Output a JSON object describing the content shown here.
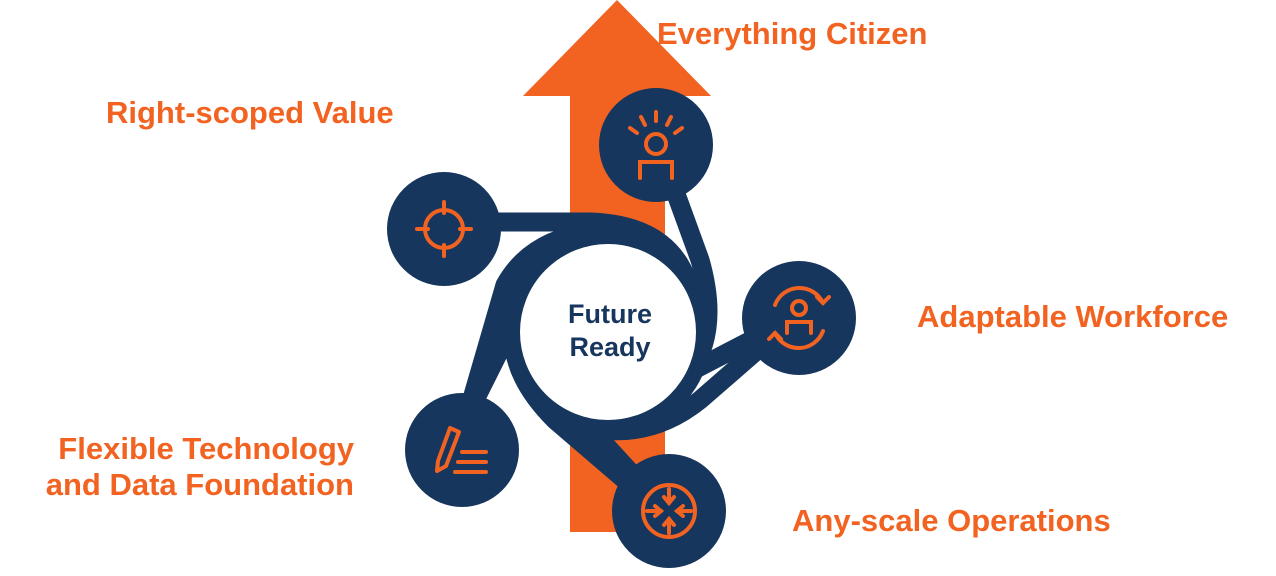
{
  "center": {
    "line1": "Future",
    "line2": "Ready"
  },
  "pillars": [
    {
      "label": "Everything Citizen",
      "icon": "citizen-spotlight-icon"
    },
    {
      "label": "Adaptable Workforce",
      "icon": "worker-cycle-icon"
    },
    {
      "label": "Any-scale Operations",
      "icon": "scale-arrows-icon"
    },
    {
      "label_line1": "Flexible Technology",
      "label_line2": "and Data Foundation",
      "icon": "pencil-list-icon"
    },
    {
      "label": "Right-scoped Value",
      "icon": "target-crosshair-icon"
    }
  ],
  "colors": {
    "accent": "#f26322",
    "navy": "#17365d",
    "background": "#ffffff"
  }
}
